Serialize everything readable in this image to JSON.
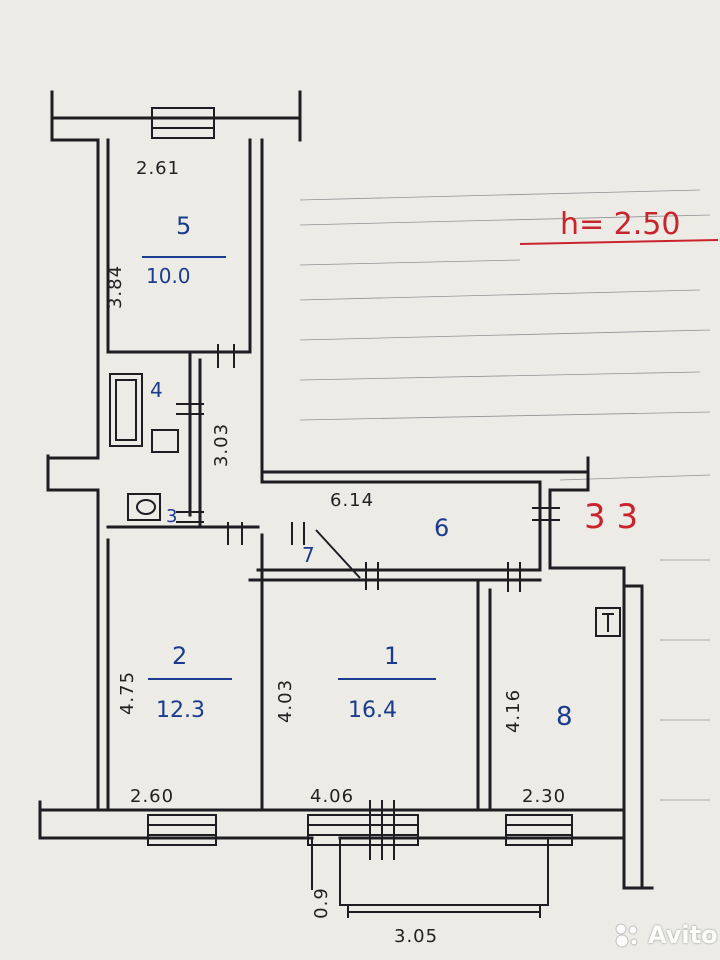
{
  "height_note": "h= 2.50",
  "red_number": "3 3",
  "rooms": [
    {
      "number": "5",
      "area": "10.0",
      "width": "2.61",
      "depth": "3.84"
    },
    {
      "number": "4",
      "depth": "3.03"
    },
    {
      "number": "3"
    },
    {
      "number": "6",
      "width": "6.14"
    },
    {
      "number": "7"
    },
    {
      "number": "2",
      "area": "12.3",
      "width": "2.60",
      "depth": "4.75"
    },
    {
      "number": "1",
      "area": "16.4",
      "width": "4.06",
      "depth": "4.03"
    },
    {
      "number": "8",
      "width": "2.30",
      "depth": "4.16"
    }
  ],
  "balcony": {
    "depth": "0.9",
    "width": "3.05"
  },
  "watermark": "Avito",
  "colors": {
    "ink": "#1e1e22",
    "room_label": "#1b3c8c",
    "red_mark": "#c9242b",
    "paper": "#ecebe6"
  }
}
